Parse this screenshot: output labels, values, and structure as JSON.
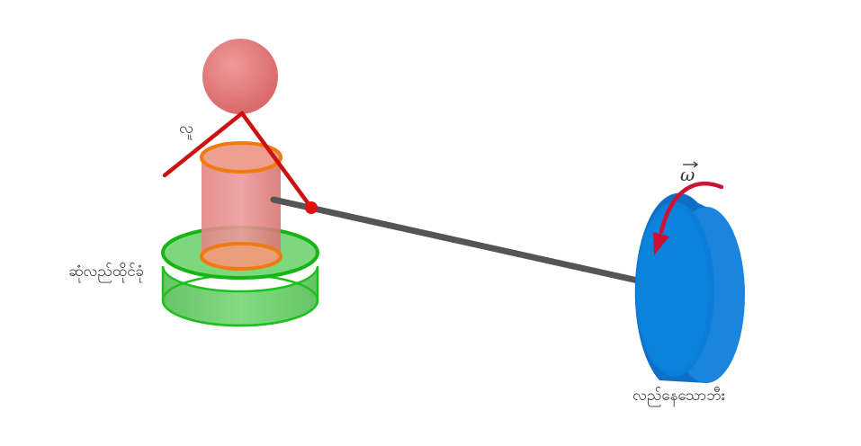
{
  "labels": {
    "person": "လူ",
    "stool": "ဆုံလည်ထိုင်ခုံ",
    "wheel": "လည်နေသောဘီး",
    "omega": "ω"
  },
  "colors": {
    "stool": "#6fd66f",
    "stool_edge": "#1fbf1f",
    "post": "#e88a8a",
    "post_edge": "#f07a10",
    "person": "#e07272",
    "limbs": "#cc1111",
    "axle": "#555555",
    "wheel_face": "#1a7fd6",
    "wheel_side": "#0e6fc4",
    "arrow": "#cc1133"
  },
  "icons": {
    "omega_vector": "vector-arrow-icon",
    "rotation": "curved-arrow-icon"
  }
}
